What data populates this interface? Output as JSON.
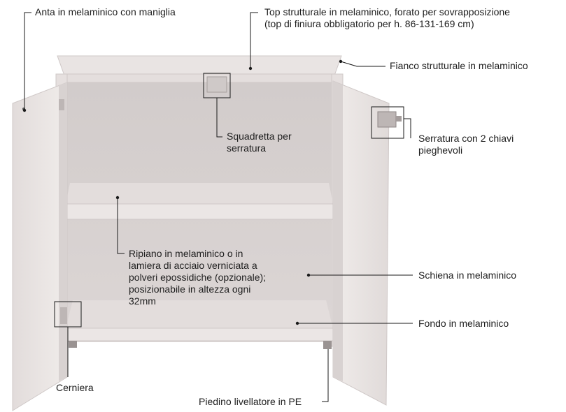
{
  "labels": {
    "anta": "Anta in melaminico con maniglia",
    "top_line1": "Top strutturale in melaminico, forato per sovrapposizione",
    "top_line2": "(top di finiura obbligatorio per h. 86-131-169 cm)",
    "fianco": "Fianco strutturale in melaminico",
    "squadretta_line1": "Squadretta per",
    "squadretta_line2": "serratura",
    "serratura_line1": "Serratura con 2 chiavi",
    "serratura_line2": "pieghevoli",
    "ripiano_line1": "Ripiano in melaminico o in",
    "ripiano_line2": "lamiera di acciaio verniciata a",
    "ripiano_line3": "polveri epossidiche (opzionale);",
    "ripiano_line4": "posizionabile in altezza ogni",
    "ripiano_line5": "32mm",
    "schiena": "Schiena in melaminico",
    "fondo": "Fondo in melaminico",
    "cerniera": "Cerniera",
    "piedino": "Piedino livellatore in PE"
  },
  "colors": {
    "panel_light": "#ece8e7",
    "panel_mid": "#dcd6d5",
    "interior": "#d6d0cf",
    "shelf_edge": "#c8c1c0",
    "line": "#1a1a1a"
  }
}
